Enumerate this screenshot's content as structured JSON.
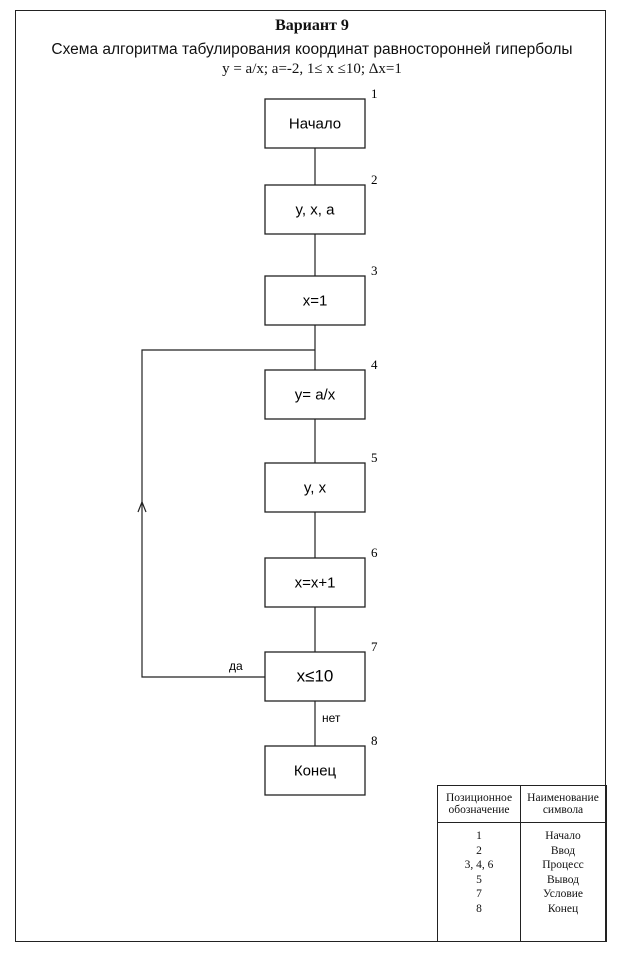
{
  "header": {
    "title": "Вариант 9",
    "subtitle": "Схема алгоритма табулирования координат равносторонней гиперболы",
    "formula": "y = a/x; a=-2,  1≤  x ≤10; Δx=1"
  },
  "blocks": [
    {
      "number": "1",
      "label": "Начало"
    },
    {
      "number": "2",
      "label": "y, x, a"
    },
    {
      "number": "3",
      "label": "x=1"
    },
    {
      "number": "4",
      "label": "y= a/x"
    },
    {
      "number": "5",
      "label": "y, x"
    },
    {
      "number": "6",
      "label": "x=x+1"
    },
    {
      "number": "7",
      "label": "x≤10"
    },
    {
      "number": "8",
      "label": "Конец"
    }
  ],
  "edge_labels": {
    "yes": "да",
    "no": "нет"
  },
  "legend": {
    "header_position": "Позиционное обозначение",
    "header_name": "Наименование символа",
    "rows": [
      {
        "position": "1",
        "name": "Начало"
      },
      {
        "position": "2",
        "name": "Ввод"
      },
      {
        "position": "3, 4, 6",
        "name": "Процесс"
      },
      {
        "position": "5",
        "name": "Вывод"
      },
      {
        "position": "7",
        "name": "Условие"
      },
      {
        "position": "8",
        "name": "Конец"
      }
    ]
  }
}
